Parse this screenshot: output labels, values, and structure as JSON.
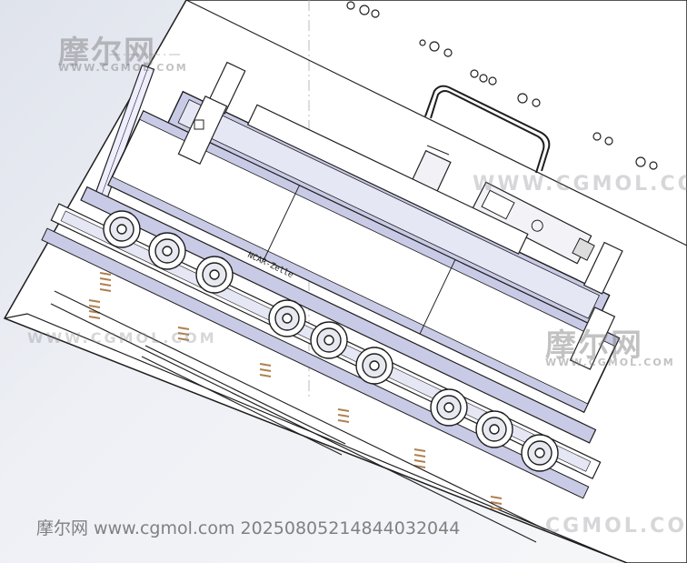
{
  "watermark": {
    "logo_text": "摩尔网",
    "logo_sub": "WWW.CGMOL.COM",
    "url_text": "WWW.CGMOL.COM",
    "url_text_alt": "CGMOL.COM",
    "footer": "摩尔网 www.cgmol.com 20250805214844032044"
  },
  "drawing": {
    "module_label": "NCAR-Zelle"
  },
  "colors": {
    "sheet": "#ffffff",
    "line": "#2a2a2a",
    "shade": "#c9cbe6",
    "accent_spring": "#c8a070"
  }
}
